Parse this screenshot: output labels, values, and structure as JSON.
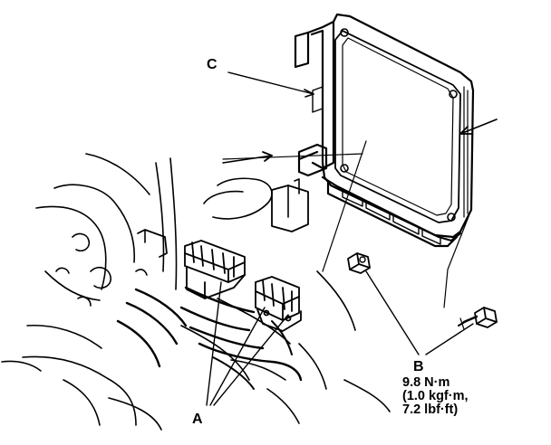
{
  "labels": {
    "a": "A",
    "b": "B",
    "c": "C"
  },
  "torque_spec": {
    "line1": "9.8 N·m",
    "line2": "(1.0 kgf·m,",
    "line3": "7.2 lbf·ft)"
  }
}
